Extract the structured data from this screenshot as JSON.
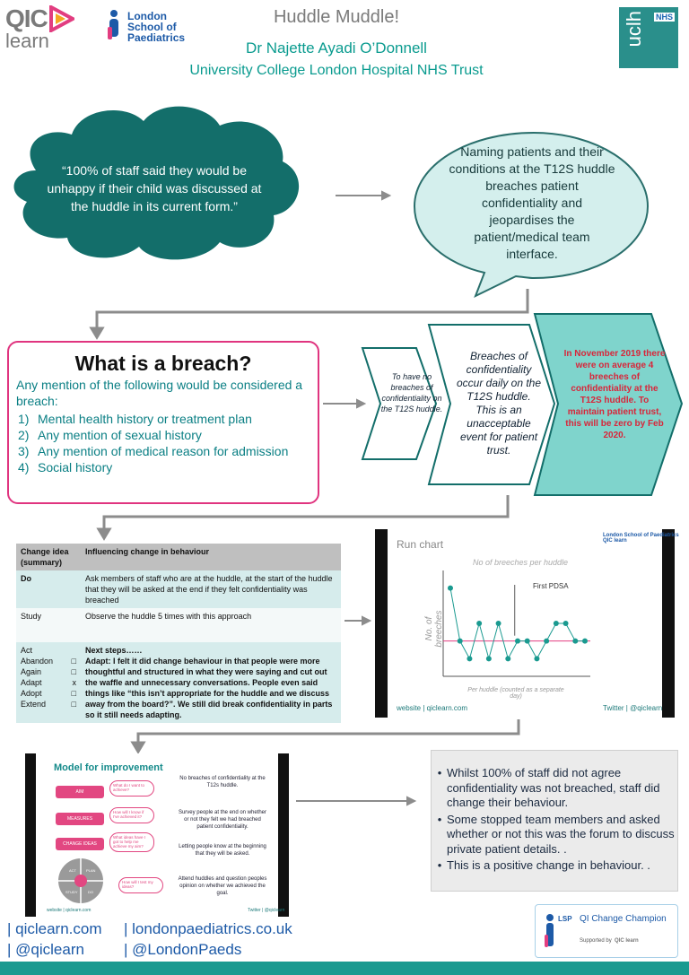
{
  "header": {
    "qic_logo_word": "QIC",
    "qic_logo_sub": "learn",
    "lsp_line1": "London",
    "lsp_line2": "School of",
    "lsp_line3": "Paediatrics",
    "title": "Huddle Muddle!",
    "author": "Dr Najette Ayadi O’Donnell",
    "organisation": "University College London Hospital NHS Trust",
    "ucl_text": "uclh",
    "nhs_badge": "NHS"
  },
  "cloud": {
    "quote": "“100% of staff said they would be unhappy if their child was discussed at the huddle in its current form.”"
  },
  "speech_bubble": {
    "text": "Naming patients and their conditions at the T12S huddle breaches patient confidentiality and jeopardises the patient/medical team interface."
  },
  "breach": {
    "title": "What is a breach?",
    "intro": "Any mention of the following would be considered a breach:",
    "items": [
      {
        "num": "1)",
        "text": "Mental health history or treatment plan"
      },
      {
        "num": "2)",
        "text": "Any mention of sexual history"
      },
      {
        "num": "3)",
        "text": "Any mention of medical reason for admission"
      },
      {
        "num": "4)",
        "text": "Social history"
      }
    ]
  },
  "chevrons": {
    "aim": "To have no breaches of confidentiality on the T12S huddle.",
    "problem": "Breaches of confidentiality occur daily on the T12S huddle. This is an unacceptable event for patient trust.",
    "goal": "In November 2019 there were on average 4 breeches of confidentiality at the T12S huddle. To maintain patient trust, this will be zero by Feb 2020."
  },
  "pdsa_table": {
    "header": [
      "Change idea (summary)",
      "Influencing  change in behaviour"
    ],
    "do_label": "Do",
    "do_text": "Ask members of staff who are at the huddle, at the start of the huddle that they will be asked at the end if they felt confidentiality was breached",
    "study_label": "Study",
    "study_text": "Observe the huddle 5 times with this approach",
    "act_label": "Act",
    "act_options": [
      {
        "label": "Abandon",
        "mark": "□"
      },
      {
        "label": "Again",
        "mark": "□"
      },
      {
        "label": "Adapt",
        "mark": "x"
      },
      {
        "label": "Adopt",
        "mark": "□"
      },
      {
        "label": "Extend",
        "mark": "□"
      }
    ],
    "next_steps": "Next steps……",
    "adapt_text": "Adapt: I felt it did change behaviour in that people were more thoughtful and structured in what they were saying and cut out the waffle and unnecessary conversations. People even said things like “this isn’t appropriate for the huddle and we discuss away from the board?”. We still did break confidentiality in parts so it still needs adapting."
  },
  "run_chart_slide": {
    "heading": "Run chart",
    "footer_left": "website | qiclearn.com",
    "footer_right": "Twitter | @qiclearn",
    "logo_text": "London School of Paediatrics  QIC learn"
  },
  "chart_data": {
    "type": "line",
    "title": "No of breeches per huddle",
    "xlabel": "Per huddle (counted as a separate day)",
    "ylabel": "No. of breeches",
    "annotations": [
      "First PDSA"
    ],
    "x": [
      1,
      2,
      3,
      4,
      5,
      6,
      7,
      8,
      9,
      10,
      11,
      12,
      13,
      14,
      15
    ],
    "values": [
      5,
      2,
      1,
      3,
      1,
      3,
      1,
      2,
      2,
      1,
      2,
      3,
      3,
      2,
      2
    ],
    "median": 2,
    "ylim": [
      0,
      6
    ]
  },
  "model_slide": {
    "title": "Model for improvement",
    "buttons": [
      "AIM",
      "MEASURES",
      "CHANGE IDEAS"
    ],
    "bubbles": [
      "What do I want to achieve?",
      "How will I know if I've achieved it?",
      "What ideas have I got to help me achieve my aim?",
      "How will I test my ideas?"
    ],
    "cycle": [
      "ACT",
      "PLAN",
      "STUDY",
      "DO"
    ],
    "texts": [
      "No breaches of confidentiality at the T12s huddle.",
      "Survey people at the end on whether or not they felt we had breached patient confidentiality.",
      "Letting people know  at the beginning that they will be asked.",
      "Attend huddles and question peoples opinion on whether we achieved the goal."
    ],
    "footer_left": "website | qiclearn.com",
    "footer_right": "Twitter | @qiclearn"
  },
  "summary": {
    "bullets": [
      "Whilst 100% of staff did not agree confidentiality was not breached, staff did change their behaviour.",
      "Some stopped team members and asked whether or not this was the  forum to discuss private patient details. .",
      "This is a positive change in behaviour. ."
    ]
  },
  "footer": {
    "link1": "| qiclearn.com",
    "link2": "| @qiclearn",
    "link3": "| londonpaediatrics.co.uk",
    "link4": "| @LondonPaeds",
    "badge_title": "QI Change Champion",
    "badge_sub": "Supported by",
    "badge_lsp": "LSP",
    "badge_qic": "QIC learn"
  },
  "colors": {
    "teal": "#1a9a90",
    "teal_dark": "#136e6a",
    "pink": "#e0347f",
    "red_text": "#d8263a",
    "bubble_fill": "#d4efed"
  }
}
